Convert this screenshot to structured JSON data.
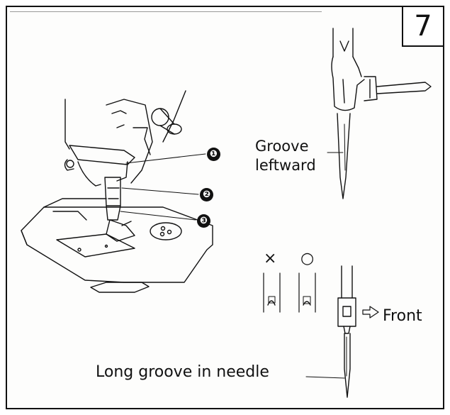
{
  "step_number": "7",
  "labels": {
    "groove_line1": "Groove",
    "groove_line2": "leftward",
    "front": "Front",
    "long_groove": "Long groove in needle"
  },
  "callouts": [
    "❶",
    "❷",
    "❸"
  ],
  "marks": {
    "wrong": "×",
    "right": "○"
  },
  "colors": {
    "ink": "#111111",
    "paper": "#fdfdfc"
  }
}
